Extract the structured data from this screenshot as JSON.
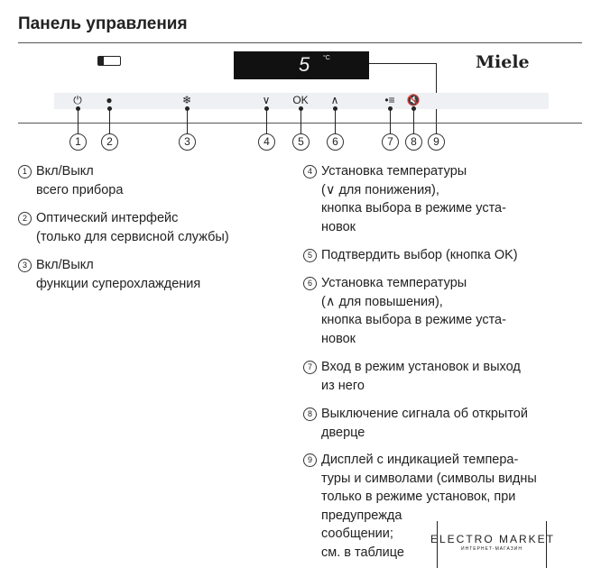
{
  "title": "Панель управления",
  "panel": {
    "temperature": "5",
    "unit": "°C",
    "brand": "Miele",
    "buttons": [
      "⏻",
      "●",
      "❄",
      "∨",
      "OK",
      "∧",
      "•≡",
      "🔇"
    ],
    "callouts": [
      "1",
      "2",
      "3",
      "4",
      "5",
      "6",
      "7",
      "8",
      "9"
    ]
  },
  "items_left": [
    {
      "n": "1",
      "text": "Вкл/Выкл\nвсего прибора"
    },
    {
      "n": "2",
      "text": "Оптический интерфейс\n(только для сервисной службы)"
    },
    {
      "n": "3",
      "text": "Вкл/Выкл\nфункции суперохлаждения"
    }
  ],
  "items_right": [
    {
      "n": "4",
      "text": "Установка температуры\n(∨ для понижения),\nкнопка выбора в режиме уста-\nновок"
    },
    {
      "n": "5",
      "text": "Подтвердить выбор (кнопка OK)"
    },
    {
      "n": "6",
      "text": "Установка температуры\n(∧ для повышения),\nкнопка выбора в режиме уста-\nновок"
    },
    {
      "n": "7",
      "text": "Вход в режим установок и выход\nиз него"
    },
    {
      "n": "8",
      "text": "Выключение сигнала об открытой\nдверце"
    },
    {
      "n": "9",
      "text": "Дисплей с индикацией темпера-\nтуры и символами (символы видны\nтолько в режиме установок, при\nпредупрежда\nсообщении; \nсм. в таблице"
    }
  ],
  "watermark": {
    "title": "ELECTRO MARKET",
    "subtitle": "ИНТЕРНЕТ-МАГАЗИН"
  }
}
